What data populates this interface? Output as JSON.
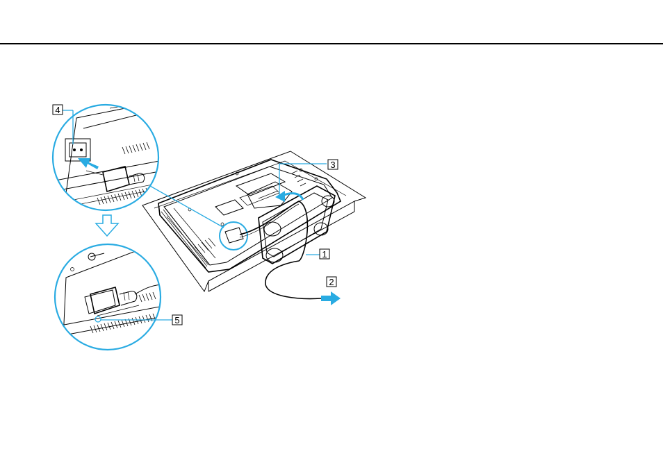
{
  "colors": {
    "accent": "#29abe2",
    "line": "#000000"
  },
  "figure": {
    "callouts": [
      {
        "id": "c1",
        "label": "1"
      },
      {
        "id": "c2",
        "label": "2"
      },
      {
        "id": "c3",
        "label": "3"
      },
      {
        "id": "c4",
        "label": "4"
      },
      {
        "id": "c5",
        "label": "5"
      }
    ],
    "icons": [
      "arrow-right-icon",
      "arrow-down-outline-icon",
      "insert-arrow-icon"
    ]
  }
}
